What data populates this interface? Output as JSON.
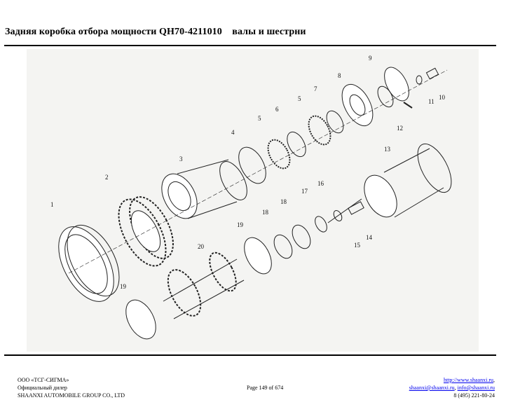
{
  "header": {
    "title": "Задняя коробка отбора мощности QH70-4211010",
    "subtitle": "валы и шестрни"
  },
  "diagram": {
    "callouts": [
      "1",
      "2",
      "3",
      "4",
      "5",
      "5",
      "6",
      "7",
      "8",
      "9",
      "10",
      "11",
      "12",
      "13",
      "14",
      "15",
      "16",
      "17",
      "18",
      "18",
      "19",
      "19",
      "20"
    ]
  },
  "footer": {
    "company": "ООО «ТСГ-СИГМА»",
    "dealer": "Официальный дилер",
    "manufacturer": "SHAANXI AUTOMOBILE GROUP CO., LTD",
    "page": "Page 149 of 674",
    "website": "http://www.shaanxi.ru",
    "website_suffix": ",",
    "email1": "shaanxi@shaanxi.ru",
    "email_sep": ", ",
    "email2": "info@shaanxi.ru",
    "phone": "8 (495) 221-80-24"
  }
}
